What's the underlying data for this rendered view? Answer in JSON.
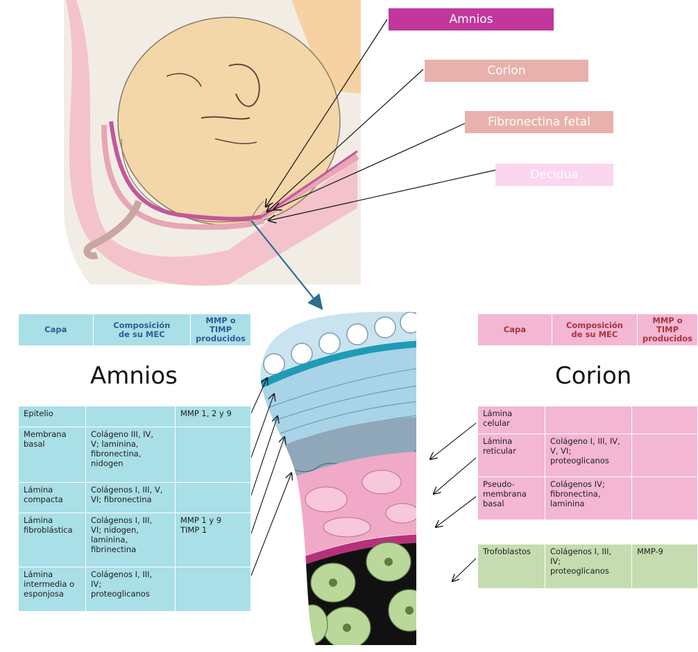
{
  "labels": {
    "amnios": {
      "text": "Amnios",
      "color": "#c2379c"
    },
    "corion": {
      "text": "Corion",
      "color": "#e8b1ae"
    },
    "fibronectina": {
      "text": "Fibronectina fetal",
      "color": "#e8b1ae"
    },
    "decidua": {
      "text": "Decidua",
      "color": "#fcd5ef"
    }
  },
  "amnios_table": {
    "title": "Amnios",
    "headers": [
      "Capa",
      "Composición\nde su MEC",
      "MMP o TIMP\nproducidos"
    ],
    "rows": [
      [
        "Epitelio",
        "",
        "MMP 1, 2 y 9"
      ],
      [
        "Membrana\nbasal",
        "Colágeno III, IV,\nV; laminina,\nfibronectina,\nnidogen",
        ""
      ],
      [
        "Lámina\ncompacta",
        "Colágenos I, III, V,\nVI; fibronectina",
        ""
      ],
      [
        "Lámina\nfibroblástica",
        "Colágenos I, III,\nVI; nidogen,\nlaminina,\nfibrinectina",
        "MMP 1 y 9\nTIMP 1"
      ],
      [
        "Lámina\nintermedia o\nesponjosa",
        "Colágenos I, III,\nIV;\nproteoglicanos",
        ""
      ]
    ]
  },
  "corion_table": {
    "title": "Corion",
    "headers": [
      "Capa",
      "Composición\nde su MEC",
      "MMP o TIMP\nproducidos"
    ],
    "rows": [
      [
        "Lámina\ncelular",
        "",
        ""
      ],
      [
        "Lámina\nreticular",
        "Colágeno I, III, IV,\nV, VI;\nproteoglicanos",
        ""
      ],
      [
        "Pseudo-\nmembrana\nbasal",
        "Colágenos IV;\nfibronectina,\nlaminina",
        ""
      ]
    ],
    "trofoblastos": [
      "Trofoblastos",
      "Colágenos I, III,\nIV;\nproteoglicanos",
      "MMP-9"
    ]
  },
  "colors": {
    "amnios": "#a9dfe6",
    "corion": "#f3b6d3",
    "trofoblastos": "#c5dcb0",
    "arrow": "#2a6f8e"
  }
}
